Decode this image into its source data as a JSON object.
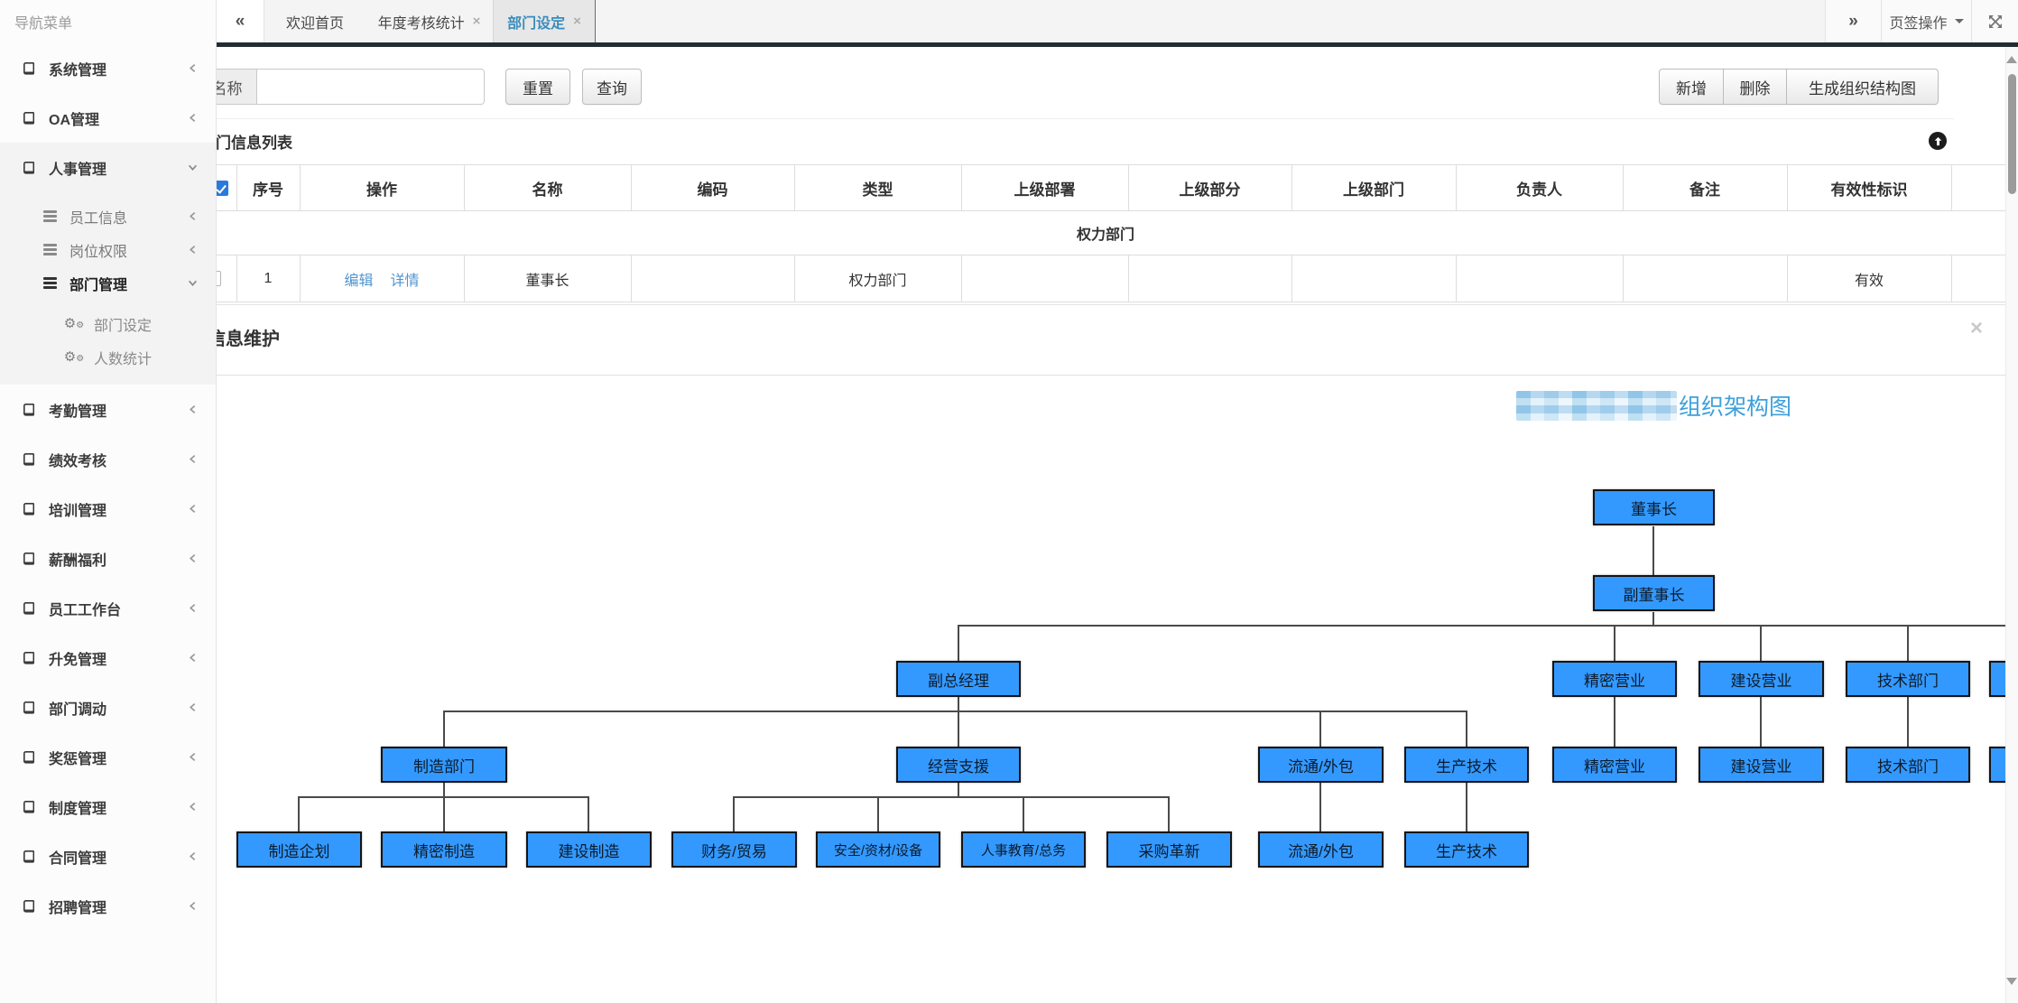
{
  "sidebar": {
    "header": "导航菜单",
    "items": [
      {
        "key": "system-mgmt",
        "label": "系统管理",
        "icon": "book",
        "expanded": false
      },
      {
        "key": "oa-mgmt",
        "label": "OA管理",
        "icon": "book",
        "expanded": false
      },
      {
        "key": "hr-mgmt",
        "label": "人事管理",
        "icon": "book",
        "expanded": true,
        "highlighted": true,
        "children": [
          {
            "key": "employee-info",
            "label": "员工信息",
            "icon": "menu",
            "expanded": false
          },
          {
            "key": "post-permission",
            "label": "岗位权限",
            "icon": "menu",
            "expanded": false
          },
          {
            "key": "dept-mgmt",
            "label": "部门管理",
            "icon": "menu",
            "expanded": true,
            "bold": true,
            "children": [
              {
                "key": "dept-setting",
                "label": "部门设定",
                "icon": "gear"
              },
              {
                "key": "headcount-stat",
                "label": "人数统计",
                "icon": "gear"
              }
            ]
          }
        ]
      },
      {
        "key": "attendance-mgmt",
        "label": "考勤管理",
        "icon": "book",
        "expanded": false
      },
      {
        "key": "performance-review",
        "label": "绩效考核",
        "icon": "book",
        "expanded": false
      },
      {
        "key": "training-mgmt",
        "label": "培训管理",
        "icon": "book",
        "expanded": false
      },
      {
        "key": "salary-welfare",
        "label": "薪酬福利",
        "icon": "book",
        "expanded": false
      },
      {
        "key": "staff-workbench",
        "label": "员工工作台",
        "icon": "book",
        "expanded": false
      },
      {
        "key": "promotion-mgmt",
        "label": "升免管理",
        "icon": "book",
        "expanded": false
      },
      {
        "key": "dept-transfer",
        "label": "部门调动",
        "icon": "book",
        "expanded": false
      },
      {
        "key": "reward-punish-mgmt",
        "label": "奖惩管理",
        "icon": "book",
        "expanded": false
      },
      {
        "key": "policy-mgmt",
        "label": "制度管理",
        "icon": "book",
        "expanded": false
      },
      {
        "key": "contract-mgmt",
        "label": "合同管理",
        "icon": "book",
        "expanded": false
      },
      {
        "key": "recruit-mgmt",
        "label": "招聘管理",
        "icon": "book",
        "expanded": false
      }
    ]
  },
  "tabbar": {
    "back_icon": "«",
    "forward_icon": "»",
    "tabs": [
      {
        "label": "欢迎首页",
        "closable": false,
        "active": false
      },
      {
        "label": "年度考核统计",
        "closable": true,
        "active": false
      },
      {
        "label": "部门设定",
        "closable": true,
        "active": true
      }
    ],
    "close_glyph": "×",
    "page_ops_label": "页签操作"
  },
  "toolbar": {
    "name_label": "名称",
    "name_value": "",
    "reset_label": "重置",
    "search_label": "查询",
    "add_label": "新增",
    "delete_label": "删除",
    "generate_label": "生成组织结构图"
  },
  "panel": {
    "list_title": "部门信息列表"
  },
  "table": {
    "headers": [
      "序号",
      "操作",
      "名称",
      "编码",
      "类型",
      "上级部署",
      "上级部分",
      "上级部门",
      "负责人",
      "备注",
      "有效性标识"
    ],
    "group_label": "权力部门",
    "row": {
      "selected": false,
      "seq": "1",
      "actions": [
        "编辑",
        "详情"
      ],
      "name": "董事长",
      "code": "",
      "type": "权力部门",
      "parent_dept1": "",
      "parent_dept2": "",
      "parent_dept3": "",
      "owner": "",
      "remark": "",
      "valid": "有效"
    }
  },
  "maintain": {
    "title": "部门信息维护",
    "close_glyph": "×"
  },
  "orgchart": {
    "title": "组织架构图",
    "company_redacted": true,
    "nodes": [
      {
        "id": "chairman",
        "label": "董事长"
      },
      {
        "id": "vice-chairman",
        "label": "副董事长"
      },
      {
        "id": "deputy-gm",
        "label": "副总经理"
      },
      {
        "id": "precision-sales",
        "label": "精密营业"
      },
      {
        "id": "construction-sales",
        "label": "建设营业"
      },
      {
        "id": "tech-dept",
        "label": "技术部门"
      },
      {
        "id": "clipped-branch",
        "label": ""
      },
      {
        "id": "mfg-dept",
        "label": "制造部门"
      },
      {
        "id": "biz-support",
        "label": "经营支援"
      },
      {
        "id": "logistics-outsourcing",
        "label": "流通/外包"
      },
      {
        "id": "prod-tech",
        "label": "生产技术"
      },
      {
        "id": "precision-sales-2",
        "label": "精密营业"
      },
      {
        "id": "construction-sales-2",
        "label": "建设营业"
      },
      {
        "id": "tech-dept-2",
        "label": "技术部门"
      },
      {
        "id": "clipped-branch-2",
        "label": ""
      },
      {
        "id": "mfg-planning",
        "label": "制造企划"
      },
      {
        "id": "precision-mfg",
        "label": "精密制造"
      },
      {
        "id": "construction-mfg",
        "label": "建设制造"
      },
      {
        "id": "finance-trade",
        "label": "财务/贸易"
      },
      {
        "id": "safety-material-equipment",
        "label": "安全/资材/设备"
      },
      {
        "id": "hr-education-general",
        "label": "人事教育/总务"
      },
      {
        "id": "procurement-innovation",
        "label": "采购革新"
      },
      {
        "id": "logistics-outsourcing-2",
        "label": "流通/外包"
      },
      {
        "id": "prod-tech-2",
        "label": "生产技术"
      }
    ]
  }
}
